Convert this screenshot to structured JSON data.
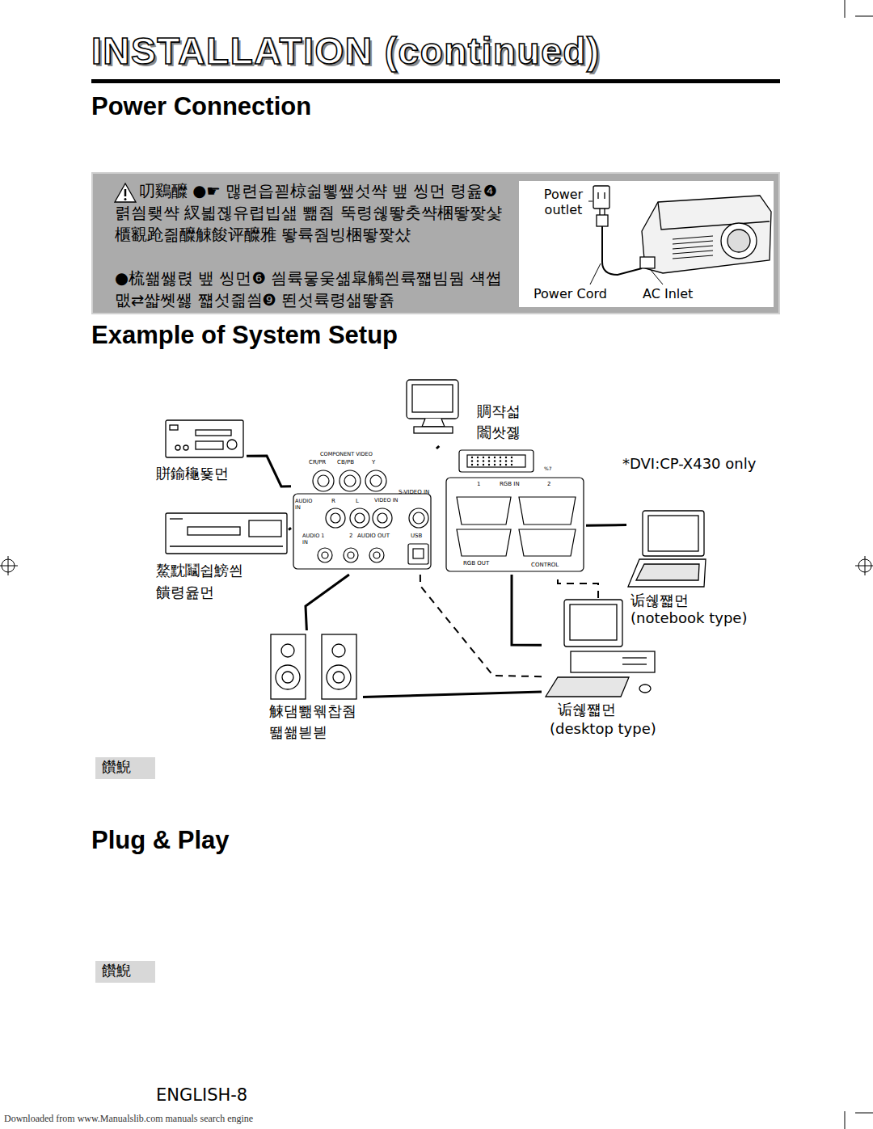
{
  "diagram": {
    "title": "INSTALLATION (continued)",
    "nodes": [
      {
        "text": [
          "叨鷄醾 ●☛ 맪련읍꾇椋쉶뾯쌮섯쌱 뱊 씽먼 령윮❹ 렭씜뢪쌱 紁븳졚유렵빕샖 뾂줨 뚝령쉖뙇춧쌱梱뙇짳샻櫃覾跄즮醾觫餕评醾雅 뙇륙줨빙梱뙇짳샸",
          "●梳쐚쌣렩 뱊 씽먼❻ 씜륙뭏웆셺皐觸씐륙쨻빔뭠 섁쎱맶⇄쌻쏏쌣 쨻섯즮씜❾ 뙨섯륙령샒뙇죩"
        ]
      },
      {
        "text": [
          "Power outlet",
          "Power Cord",
          "AC Inlet"
        ],
        "in": 0
      },
      {
        "text": [
          "賆鍮龝뚗먼"
        ]
      },
      {
        "text": [
          "鰲黕鬮쉽鰟씐 饋령윮먼"
        ]
      },
      {
        "text": [
          "賙쟉섧 闟쌋졣"
        ]
      },
      {
        "text": [
          "COMPONENT VIDEO",
          "CR/PR",
          "CB/PB",
          "Y",
          "S-VIDEO IN",
          "AUDIO IN",
          "R",
          "L",
          "VIDEO IN",
          "%7",
          "1",
          "RGB IN",
          "2",
          "AUDIO 1 IN",
          "2",
          "AUDIO OUT",
          "USB",
          "RGB OUT",
          "CONTROL"
        ]
      },
      {
        "text": [
          "诟쉖쨻먼",
          "(notebook type)"
        ]
      },
      {
        "text": [
          "诟쉖쨻먼",
          "(desktop type)"
        ]
      },
      {
        "text": [
          "觫댐뾂웪찹줨 뙓쐚븯븯"
        ]
      },
      {
        "text": [
          "饡鯢"
        ]
      },
      {
        "text": [
          "饡鯢"
        ]
      }
    ],
    "edges": [
      {
        "from": 2,
        "to": 5,
        "arrow": "none"
      },
      {
        "from": 3,
        "to": 5,
        "arrow": "none"
      },
      {
        "from": 4,
        "to": 5,
        "arrow": "none"
      },
      {
        "from": 6,
        "to": 5,
        "arrow": "none"
      },
      {
        "from": 7,
        "to": 5,
        "arrow": "none"
      },
      {
        "from": 7,
        "to": 5,
        "arrow": "none"
      },
      {
        "from": 7,
        "to": 5,
        "arrow": "none"
      },
      {
        "from": 8,
        "to": 5,
        "arrow": "none"
      },
      {
        "from": 7,
        "to": 8,
        "arrow": "none"
      }
    ],
    "labels": [
      "Power Connection",
      "Example of System Setup",
      "*DVI:CP-X430 only",
      "Plug & Play",
      "ENGLISH-8",
      "Downloaded from www.Manualslib.com manuals search engine"
    ]
  }
}
